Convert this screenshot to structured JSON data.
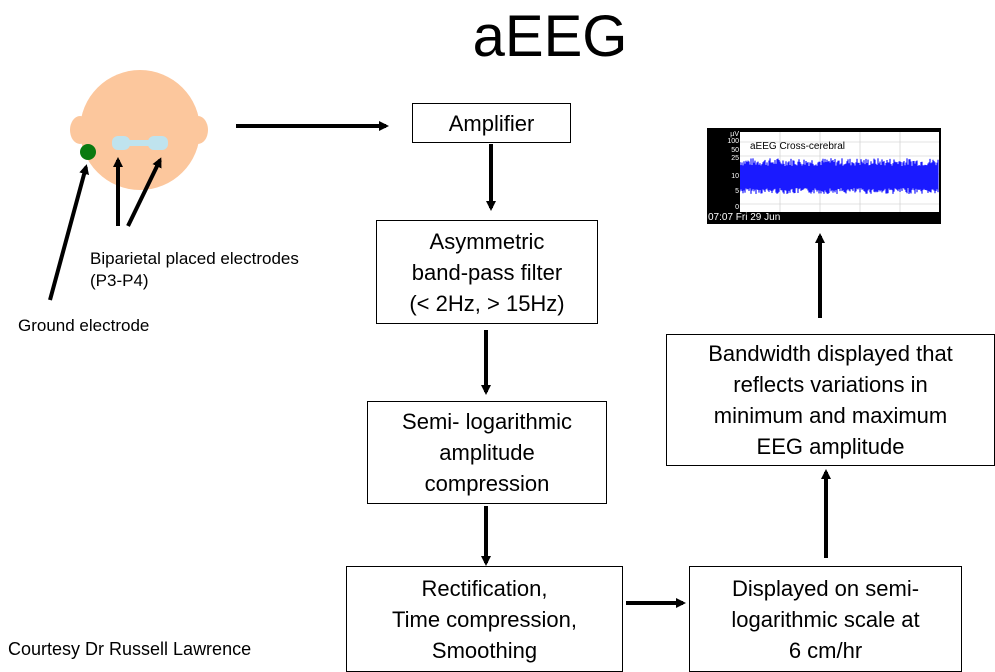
{
  "title": "aEEG",
  "labels": {
    "biparietal_line1": "Biparietal placed electrodes",
    "biparietal_line2": "(P3-P4)",
    "ground": "Ground electrode",
    "courtesy": "Courtesy Dr Russell Lawrence"
  },
  "boxes": {
    "amplifier": [
      "Amplifier"
    ],
    "filter": [
      "Asymmetric",
      "band-pass filter",
      "(< 2Hz, > 15Hz)"
    ],
    "compression": [
      "Semi- logarithmic",
      "amplitude",
      "compression"
    ],
    "rectification": [
      "Rectification,",
      "Time compression,",
      "Smoothing"
    ],
    "display_scale": [
      "Displayed on semi-",
      "logarithmic scale at",
      "6 cm/hr"
    ],
    "bandwidth": [
      "Bandwidth displayed that",
      "reflects variations in",
      "minimum and maximum",
      "EEG amplitude"
    ]
  },
  "monitor": {
    "plot_title": "aEEG Cross-cerebral",
    "y_unit": "µV",
    "y_ticks": [
      "100",
      "50",
      "25",
      "10",
      "5",
      "0"
    ],
    "timestamp": "07:07 Fri 29 Jun",
    "trace_color": "#1a1aff"
  },
  "colors": {
    "head": "#fcc79d",
    "ground_electrode": "#0a7a10",
    "electrode": "#bfe3ee"
  }
}
